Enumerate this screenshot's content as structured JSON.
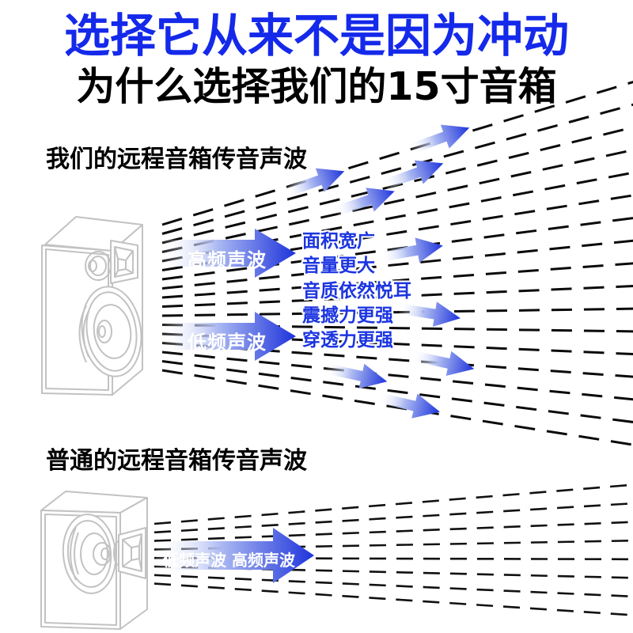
{
  "header": {
    "title": "选择它从来不是因为冲动",
    "subtitle": "为什么选择我们的15寸音箱"
  },
  "our_speaker_section": {
    "heading": "我们的远程音箱传音声波",
    "high_freq_arrow_label": "高频声波",
    "low_freq_arrow_label": "低频声波",
    "features": [
      "面积宽广",
      "音量更大",
      "音质依然悦耳",
      "震撼力更强",
      "穿透力更强"
    ]
  },
  "ordinary_speaker_section": {
    "heading": "普通的远程音箱传音声波",
    "arrow_label": "低频声波 高频声波"
  },
  "colors": {
    "title_blue": "#1429ea",
    "arrow_deep_blue": "#1d33db",
    "feature_text_blue": "#1c35e0",
    "wave_line_black": "#0a0a0a",
    "speaker_outline_gray": "#c2c2c2"
  }
}
